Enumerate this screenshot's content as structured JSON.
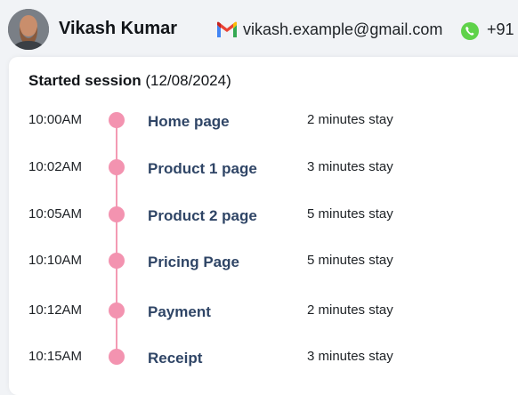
{
  "user": {
    "name": "Vikash Kumar",
    "email": "vikash.example@gmail.com",
    "phone": "+91"
  },
  "icons": {
    "email": "gmail-icon",
    "phone": "whatsapp-icon"
  },
  "colors": {
    "timeline": "#f393b0",
    "page_text": "#2f4566",
    "whatsapp": "#5fd24a"
  },
  "session": {
    "title_bold": "Started session",
    "date": "(12/08/2024)",
    "events": [
      {
        "time": "10:00AM",
        "page": "Home page",
        "stay": "2 minutes stay"
      },
      {
        "time": "10:02AM",
        "page": "Product 1 page",
        "stay": "3 minutes stay"
      },
      {
        "time": "10:05AM",
        "page": "Product 2 page",
        "stay": "5 minutes stay"
      },
      {
        "time": "10:10AM",
        "page": "Pricing Page",
        "stay": "5 minutes stay"
      },
      {
        "time": "10:12AM",
        "page": "Payment",
        "stay": "2 minutes stay"
      },
      {
        "time": "10:15AM",
        "page": "Receipt",
        "stay": "3 minutes stay"
      }
    ]
  }
}
